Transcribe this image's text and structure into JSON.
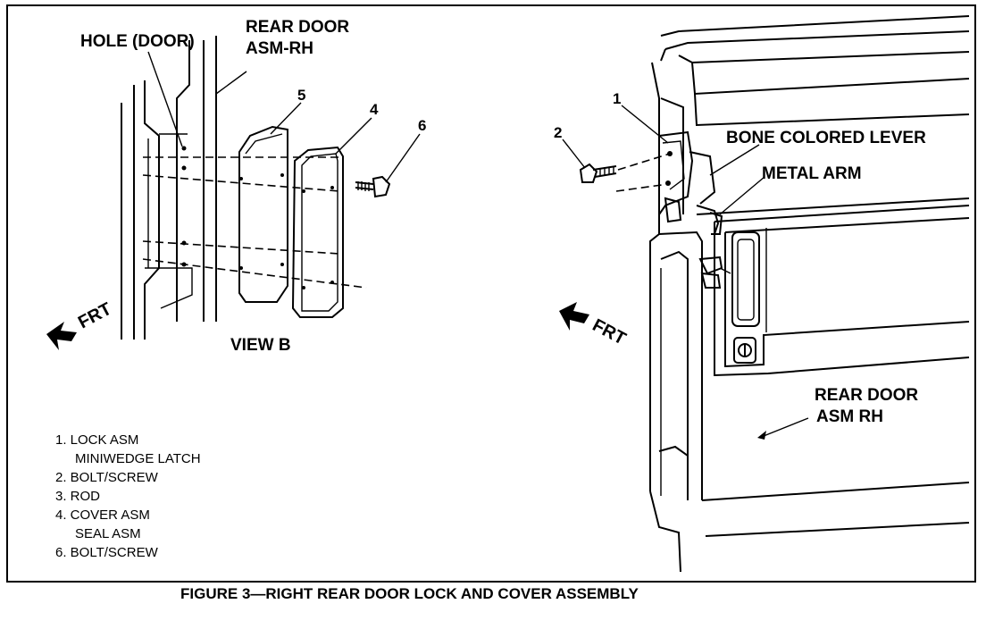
{
  "figure": {
    "caption": "FIGURE 3—RIGHT REAR DOOR LOCK AND COVER ASSEMBLY"
  },
  "left_view": {
    "hole_label": "HOLE (DOOR)",
    "door_label_line1": "REAR DOOR",
    "door_label_line2": "ASM-RH",
    "callout_5": "5",
    "callout_4": "4",
    "callout_6": "6",
    "direction": "FRT",
    "view_label": "VIEW B"
  },
  "right_view": {
    "callout_1": "1",
    "callout_2": "2",
    "lever_label": "BONE COLORED LEVER",
    "arm_label": "METAL ARM",
    "direction": "FRT",
    "door_label_line1": "REAR DOOR",
    "door_label_line2": "ASM RH"
  },
  "legend": {
    "items": [
      "1.  LOCK ASM",
      "MINIWEDGE LATCH",
      "2.  BOLT/SCREW",
      "3.  ROD",
      "4.  COVER ASM",
      "SEAL ASM",
      "6.  BOLT/SCREW"
    ]
  }
}
